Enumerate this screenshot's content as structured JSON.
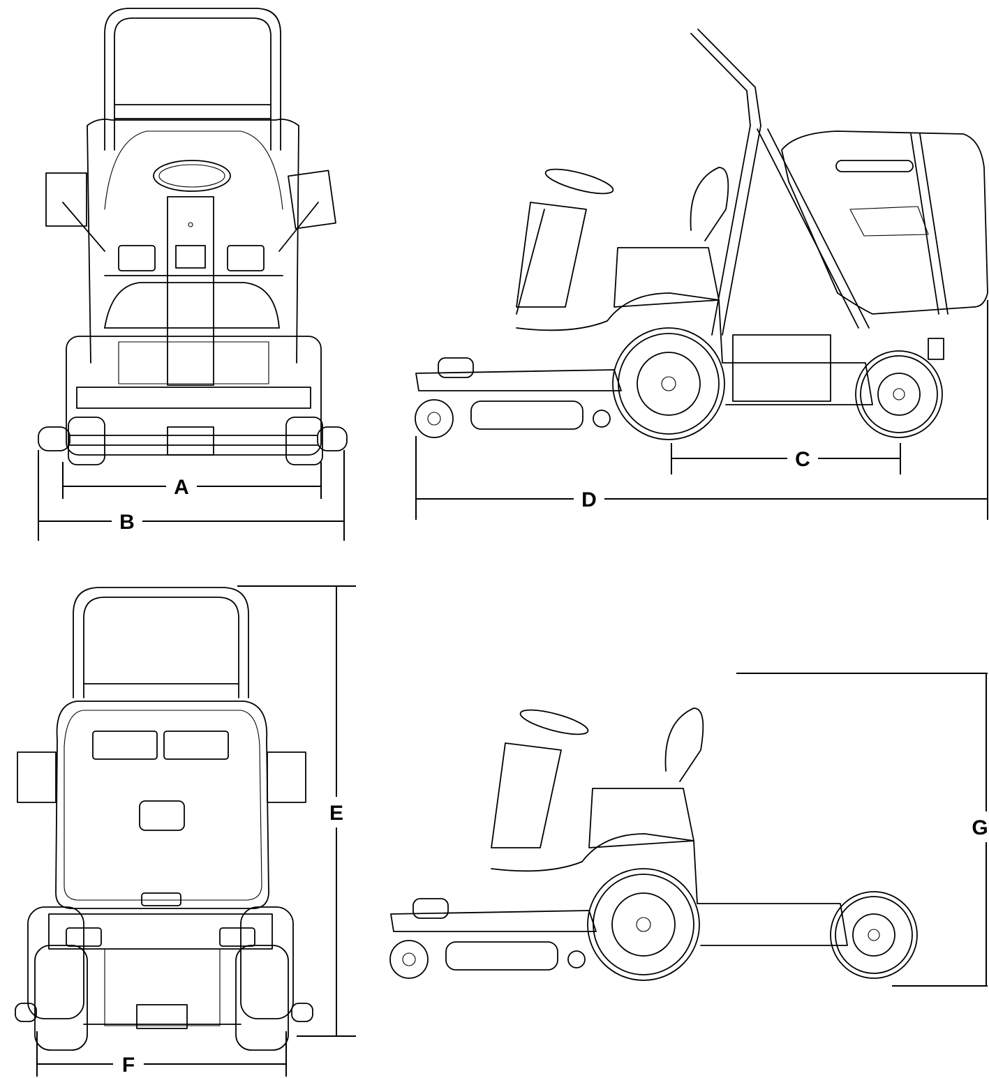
{
  "dimension_labels": {
    "a": "A",
    "b": "B",
    "c": "C",
    "d": "D",
    "e": "E",
    "f": "F",
    "g": "G"
  },
  "colors": {
    "line": "#000000",
    "background": "#ffffff"
  }
}
